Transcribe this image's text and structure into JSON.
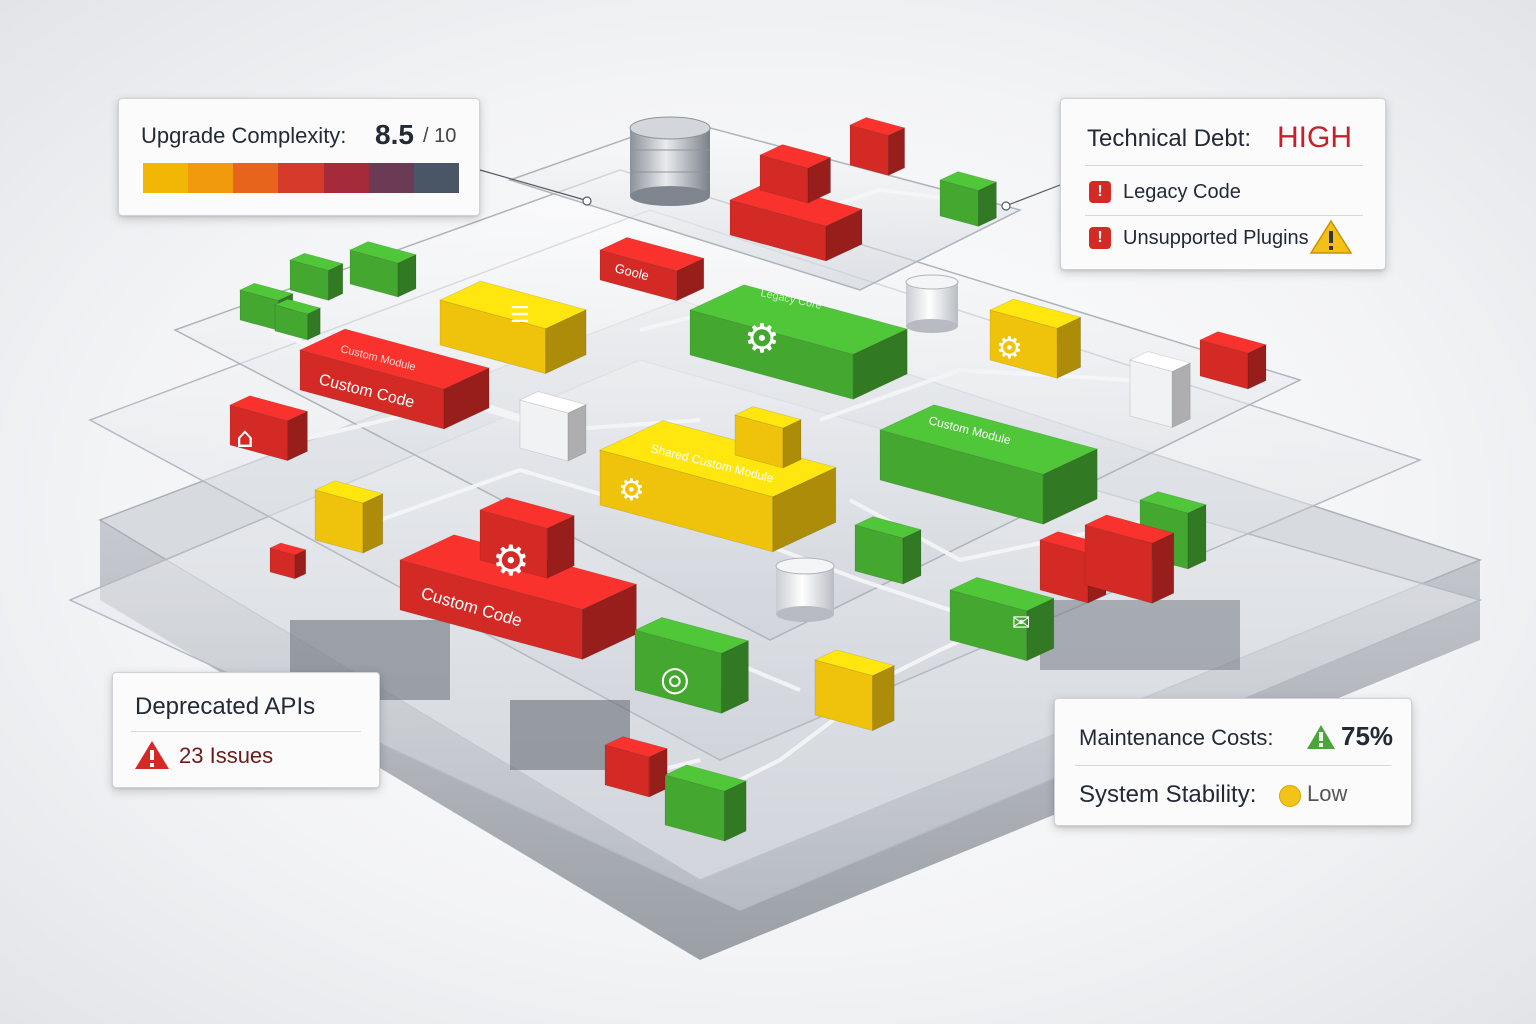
{
  "upgrade_complexity": {
    "label": "Upgrade Complexity:",
    "score": "8.5",
    "scale": "/ 10",
    "gradient_colors": [
      "#f2b705",
      "#f09a0c",
      "#e6641c",
      "#d63a2a",
      "#a52a3a",
      "#6b3a55",
      "#4a5566"
    ]
  },
  "technical_debt": {
    "label": "Technical Debt:",
    "level": "HIGH",
    "items": [
      {
        "label": "Legacy Code",
        "icon": "error-icon"
      },
      {
        "label": "Unsupported Plugins",
        "icon": "error-icon",
        "extra_icon": "warning-icon"
      }
    ]
  },
  "deprecated_apis": {
    "title": "Deprecated APIs",
    "issues": "23 Issues",
    "icon": "warning-icon"
  },
  "maintenance": {
    "costs_label": "Maintenance Costs:",
    "costs_value": "75%",
    "costs_icon": "warning-icon",
    "stability_label": "System Stability:",
    "stability_value": "Low",
    "stability_icon": "yellow-dot-icon"
  },
  "blocks": {
    "custom_code_1": "Custom Code",
    "custom_code_2": "Custom Code",
    "custom_module_top": "Custom Module",
    "custom_module_right": "Custom Module",
    "shared_module": "Shared Custom Module",
    "google": "Goole",
    "legacy_label": "Legacy Core"
  },
  "colors": {
    "red": "#d32a26",
    "green": "#44a830",
    "yellow": "#efc30c",
    "grey": "#9aa0a8",
    "debt_high": "#c4212b",
    "text": "#222a36"
  }
}
